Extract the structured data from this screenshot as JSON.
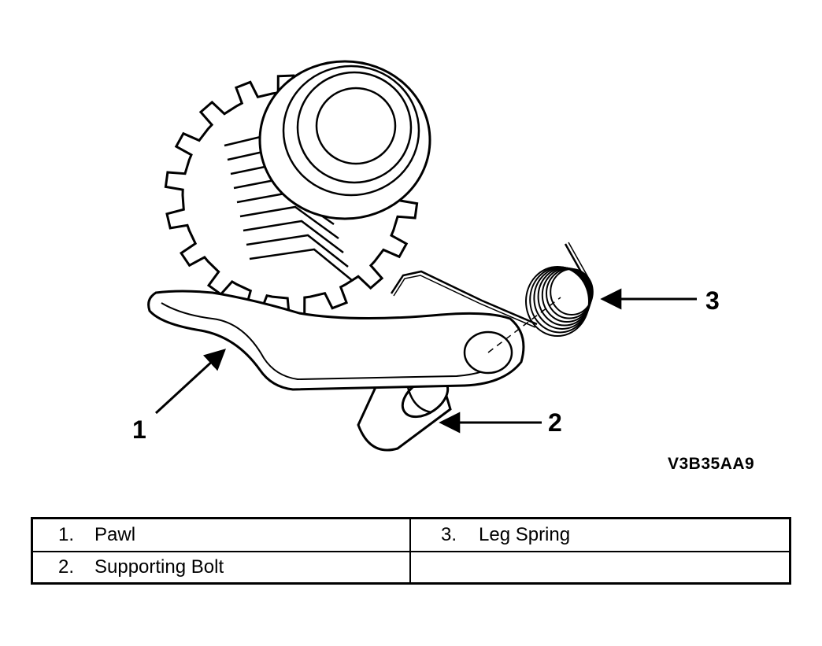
{
  "figure_id": "V3B35AA9",
  "callouts": [
    {
      "label": "1"
    },
    {
      "label": "2"
    },
    {
      "label": "3"
    }
  ],
  "legend": {
    "rows": [
      [
        {
          "num": "1.",
          "text": "Pawl"
        },
        {
          "num": "3.",
          "text": "Leg Spring"
        }
      ],
      [
        {
          "num": "2.",
          "text": "Supporting Bolt"
        },
        {
          "num": "",
          "text": ""
        }
      ]
    ]
  }
}
